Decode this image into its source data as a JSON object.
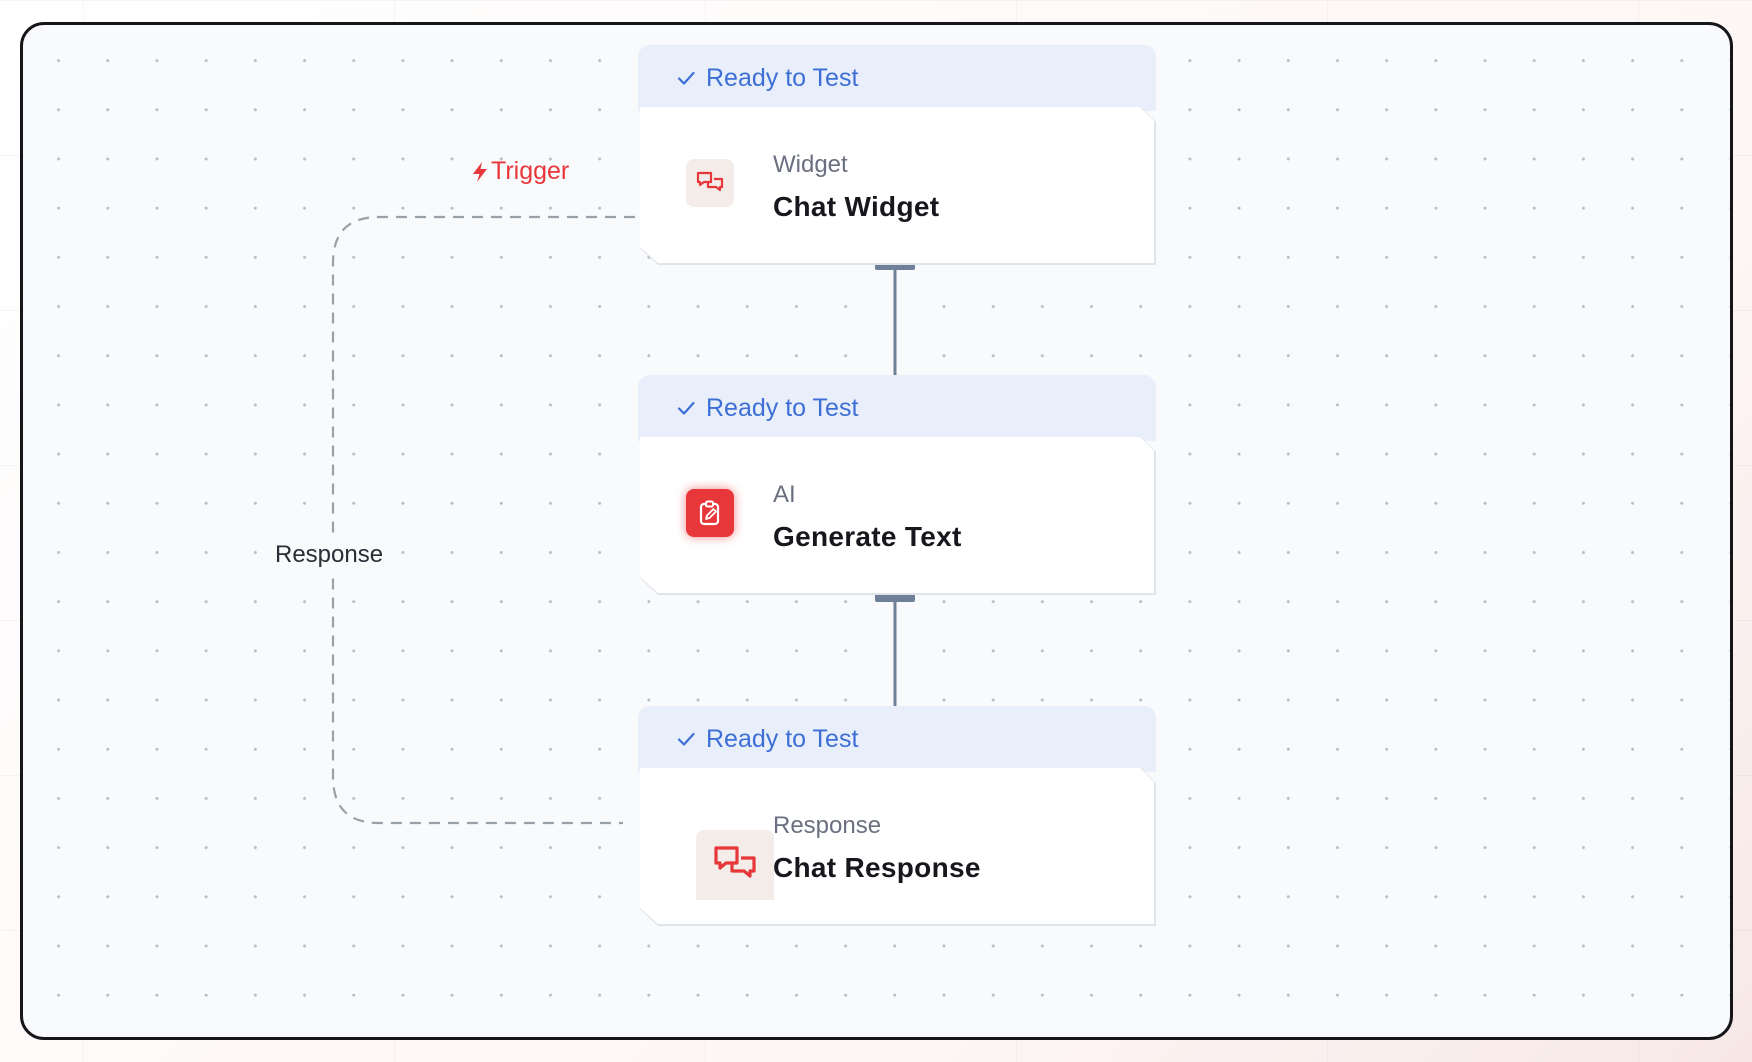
{
  "canvas": {
    "trigger_label": "Trigger",
    "response_edge_label": "Response"
  },
  "nodes": [
    {
      "status": "Ready to Test",
      "category": "Widget",
      "title": "Chat Widget",
      "icon": "chat-bubbles-icon"
    },
    {
      "status": "Ready to Test",
      "category": "AI",
      "title": "Generate Text",
      "icon": "clipboard-edit-icon"
    },
    {
      "status": "Ready to Test",
      "category": "Response",
      "title": "Chat Response",
      "icon": "chat-bubbles-icon"
    }
  ],
  "colors": {
    "accent_red": "#e8373a",
    "status_blue": "#3d6fd6",
    "connector": "#6f8198",
    "dashed_edge": "#9aa0a8"
  }
}
